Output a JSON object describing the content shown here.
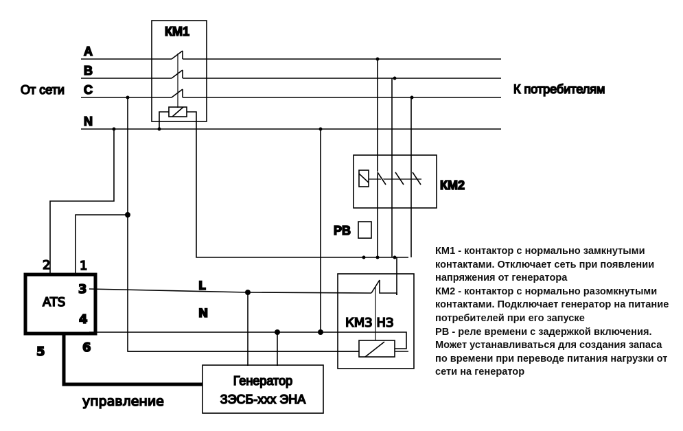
{
  "labels": {
    "phase_a": "A",
    "phase_b": "B",
    "phase_c": "C",
    "neutral": "N",
    "from_grid": "От сети",
    "to_consumers": "К потребителям",
    "km1": "КМ1",
    "km2": "КМ2",
    "km3": "КМ3 НЗ",
    "rv": "РВ",
    "ats": "ATS",
    "ats_pin_1": "1",
    "ats_pin_2": "2",
    "ats_pin_3": "3",
    "ats_pin_4": "4",
    "ats_pin_5": "5",
    "ats_pin_6": "6",
    "gen_line_l": "L",
    "gen_line_n": "N",
    "generator_line1": "Генератор",
    "generator_line2": "ЗЭСБ-xxx ЭНА",
    "control": "управление"
  },
  "legend": [
    {
      "key": "КМ1",
      "text": " - контактор с нормально замкнутыми контактами. Отключает сеть при появлении напряжения от генератора"
    },
    {
      "key": "КМ2",
      "text": " - контактор с нормально разомкнутыми контактами. Подключает генератор на питание потребителей при его запуске"
    },
    {
      "key": "РВ",
      "text": " - реле времени с задержкой включения. Может устанавливаться для создания запаса по времени при переводе питания нагрузки от сети на генератор"
    }
  ]
}
